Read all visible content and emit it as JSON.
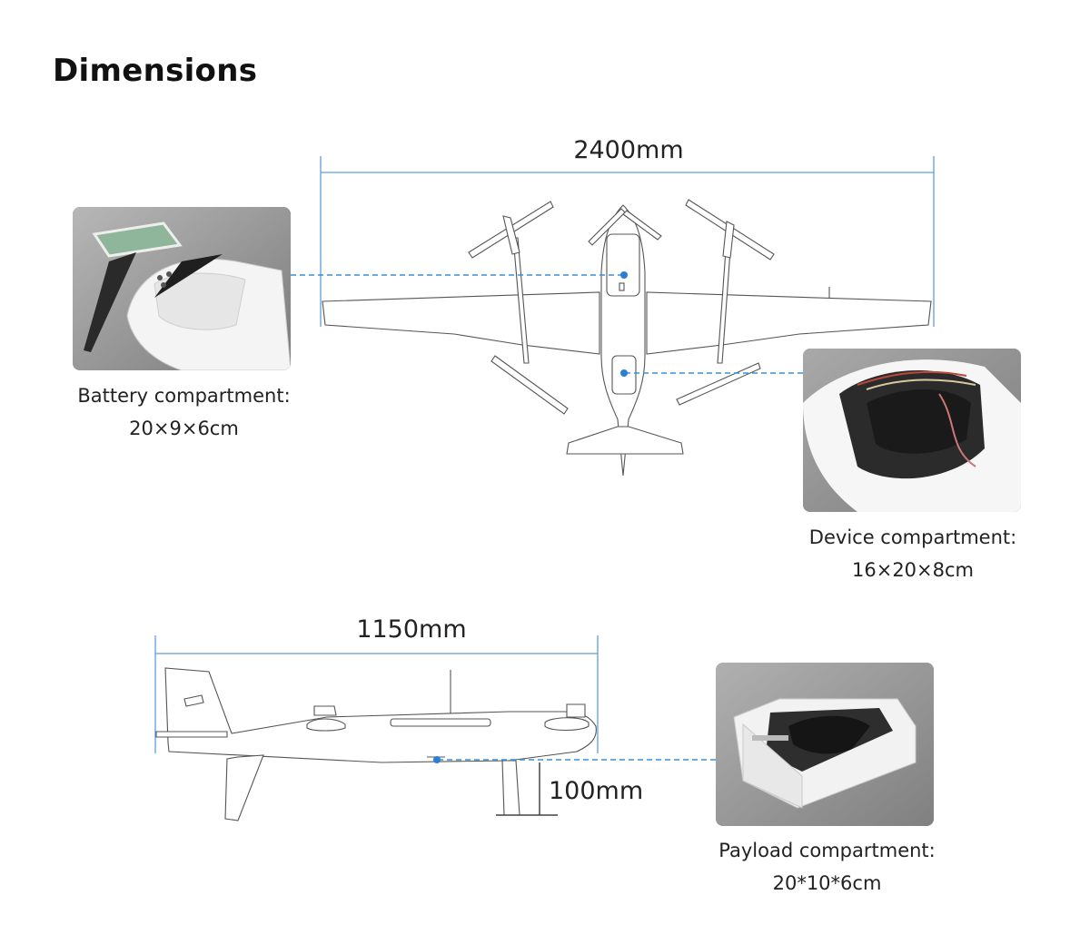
{
  "page": {
    "title": "Dimensions"
  },
  "top_view": {
    "wingspan_label": "2400mm"
  },
  "side_view": {
    "length_label": "1150mm",
    "height_label": "100mm"
  },
  "battery": {
    "name": "Battery compartment:",
    "size": "20×9×6cm"
  },
  "device": {
    "name": "Device compartment:",
    "size": "16×20×8cm"
  },
  "payload": {
    "name": "Payload compartment:",
    "size": "20*10*6cm"
  },
  "colors": {
    "dimension_line": "#3a8fd8",
    "leader_dot": "#2a7fd4",
    "outline": "#555555"
  }
}
